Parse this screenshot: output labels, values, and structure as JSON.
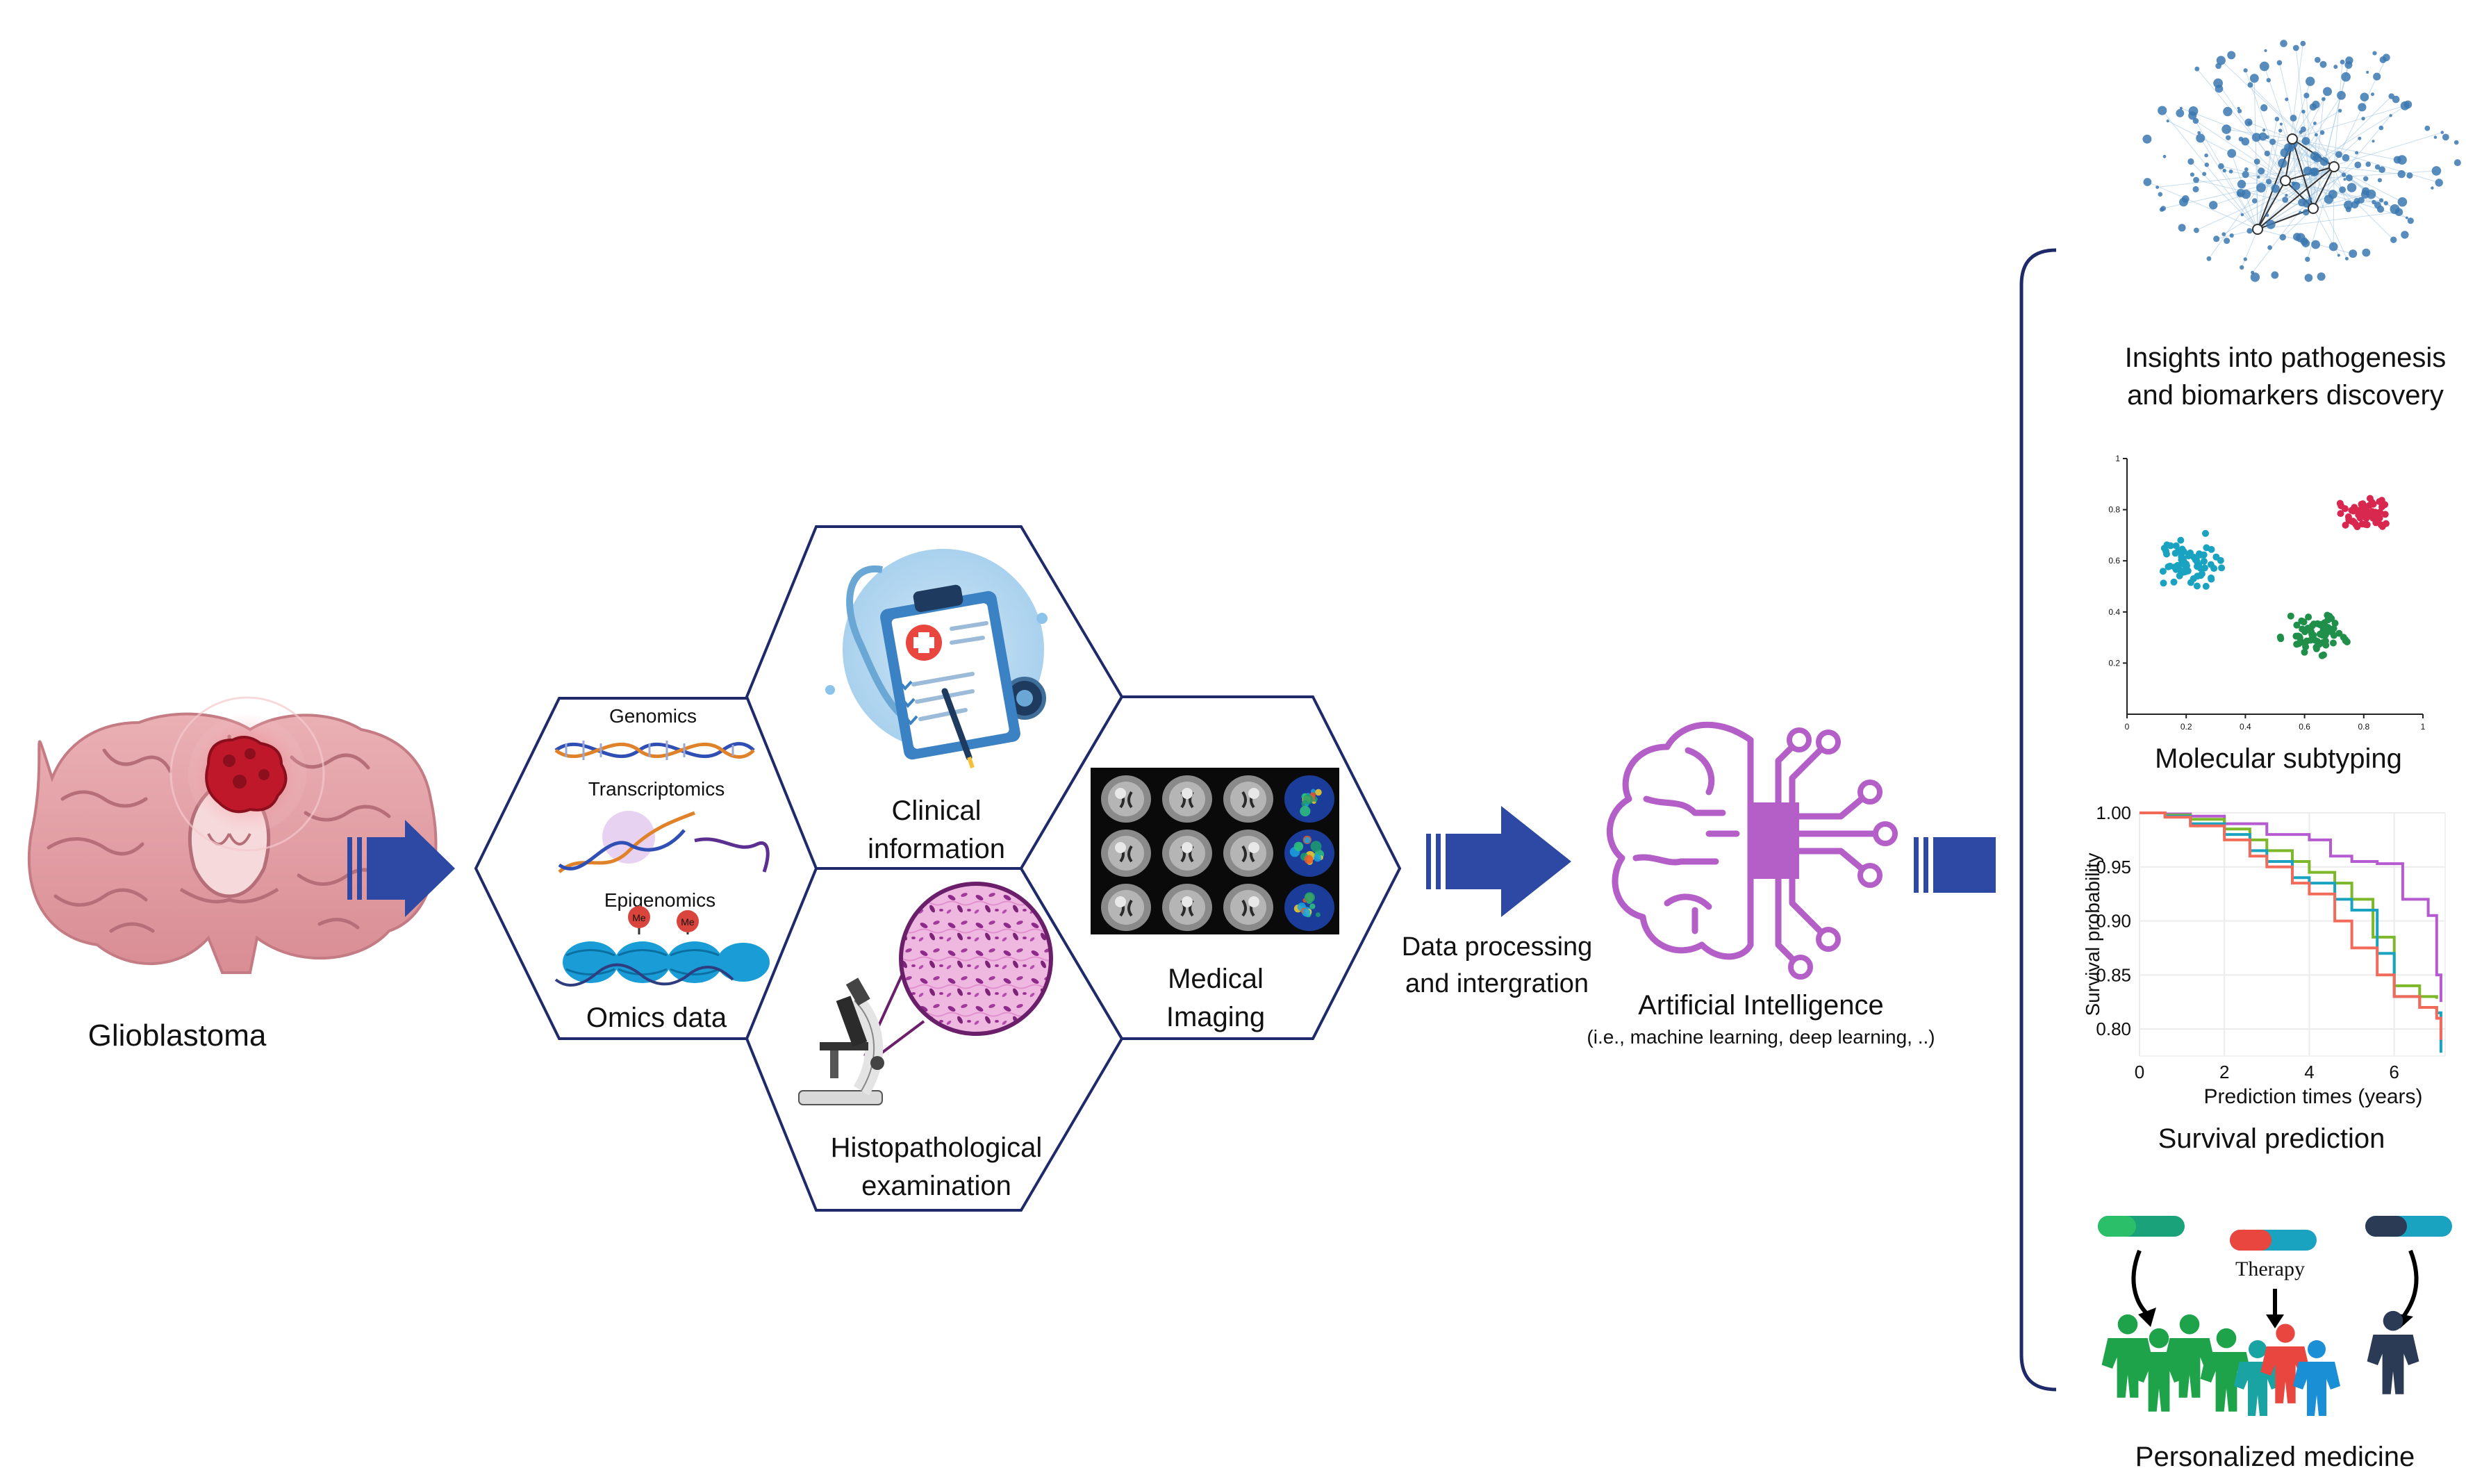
{
  "input": {
    "label": "Glioblastoma"
  },
  "data_sources": {
    "omics": {
      "label": "Omics data",
      "genomics": "Genomics",
      "transcriptomics": "Transcriptomics",
      "epigenomics": "Epigenomics",
      "methyl_marker": "Me"
    },
    "clinical": {
      "line1": "Clinical",
      "line2": "information"
    },
    "histopathology": {
      "line1": "Histopathological",
      "line2": "examination"
    },
    "imaging": {
      "line1": "Medical",
      "line2": "Imaging"
    }
  },
  "processing": {
    "line1": "Data processing",
    "line2": "and intergration"
  },
  "ai": {
    "title": "Artificial Intelligence",
    "subtitle": "(i.e., machine learning, deep learning, ..)"
  },
  "outputs": {
    "insights": {
      "line1": "Insights into pathogenesis",
      "line2": "and biomarkers discovery"
    },
    "subtyping": {
      "label": "Molecular subtyping",
      "x_ticks": [
        "0",
        "0.2",
        "0.4",
        "0.6",
        "0.8",
        "1"
      ],
      "y_ticks": [
        "0.2",
        "0.4",
        "0.6",
        "0.8",
        "1"
      ]
    },
    "survival": {
      "label": "Survival prediction",
      "xlabel": "Prediction times (years)",
      "ylabel": "Survival probability",
      "x_ticks": [
        "0",
        "2",
        "4",
        "6"
      ],
      "y_ticks": [
        "1.00",
        "0.95",
        "0.90",
        "0.85",
        "0.80"
      ]
    },
    "personalized": {
      "label": "Personalized medicine",
      "therapy": "Therapy"
    }
  },
  "colors": {
    "arrow": "#2d49a3",
    "hexagon_stroke": "#1f2a6b",
    "brain": "#e5a3a8",
    "tumor": "#c0182b",
    "ai_purple": "#b45ec8",
    "network_blue": "#3b78b0",
    "cluster_cyan": "#1aa3c1",
    "cluster_red": "#d8284f",
    "cluster_green": "#1f8f4a",
    "curve_purple": "#b55ad0",
    "curve_green": "#7cb82a",
    "curve_cyan": "#1aa3c1",
    "curve_red": "#f26b5a"
  },
  "chart_data": [
    {
      "type": "scatter",
      "title": "",
      "xlabel": "",
      "ylabel": "",
      "xlim": [
        0,
        1
      ],
      "ylim": [
        0,
        1
      ],
      "series": [
        {
          "cluster_center": [
            0.22,
            0.6
          ],
          "spread": [
            0.13,
            0.14
          ],
          "count": 70,
          "color": "cyan"
        },
        {
          "cluster_center": [
            0.8,
            0.79
          ],
          "spread": [
            0.11,
            0.09
          ],
          "count": 60,
          "color": "red"
        },
        {
          "cluster_center": [
            0.65,
            0.31
          ],
          "spread": [
            0.15,
            0.13
          ],
          "count": 70,
          "color": "green"
        }
      ]
    },
    {
      "type": "line",
      "title": "",
      "xlabel": "Prediction times (years)",
      "ylabel": "Survival probability",
      "xlim": [
        0,
        7.2
      ],
      "ylim": [
        0.775,
        1.0
      ],
      "series": [
        {
          "color": "purple",
          "x": [
            0,
            0.6,
            1.2,
            2.0,
            3.0,
            4.0,
            4.5,
            5.0,
            5.6,
            6.2,
            6.8,
            7.0,
            7.1
          ],
          "y": [
            1.0,
            0.999,
            0.997,
            0.99,
            0.98,
            0.975,
            0.96,
            0.955,
            0.953,
            0.92,
            0.905,
            0.85,
            0.825
          ]
        },
        {
          "color": "green",
          "x": [
            0,
            0.6,
            1.2,
            2.0,
            2.6,
            3.0,
            3.6,
            4.0,
            4.6,
            5.0,
            5.5,
            6.0,
            6.6,
            7.0
          ],
          "y": [
            1.0,
            0.998,
            0.994,
            0.985,
            0.975,
            0.965,
            0.955,
            0.945,
            0.935,
            0.92,
            0.885,
            0.84,
            0.83,
            0.828
          ]
        },
        {
          "color": "cyan",
          "x": [
            0,
            0.6,
            1.2,
            2.0,
            2.6,
            3.0,
            3.6,
            4.0,
            4.6,
            5.0,
            5.6,
            6.0,
            6.6,
            7.0,
            7.1
          ],
          "y": [
            1.0,
            0.997,
            0.99,
            0.98,
            0.965,
            0.955,
            0.94,
            0.935,
            0.92,
            0.91,
            0.87,
            0.83,
            0.82,
            0.815,
            0.778
          ]
        },
        {
          "color": "red",
          "x": [
            0,
            0.6,
            1.2,
            2.0,
            2.6,
            3.0,
            3.6,
            4.0,
            4.6,
            5.0,
            5.6,
            6.0,
            6.6,
            7.0,
            7.1
          ],
          "y": [
            1.0,
            0.996,
            0.988,
            0.975,
            0.96,
            0.95,
            0.935,
            0.925,
            0.9,
            0.875,
            0.85,
            0.83,
            0.82,
            0.81,
            0.79
          ]
        }
      ]
    }
  ]
}
